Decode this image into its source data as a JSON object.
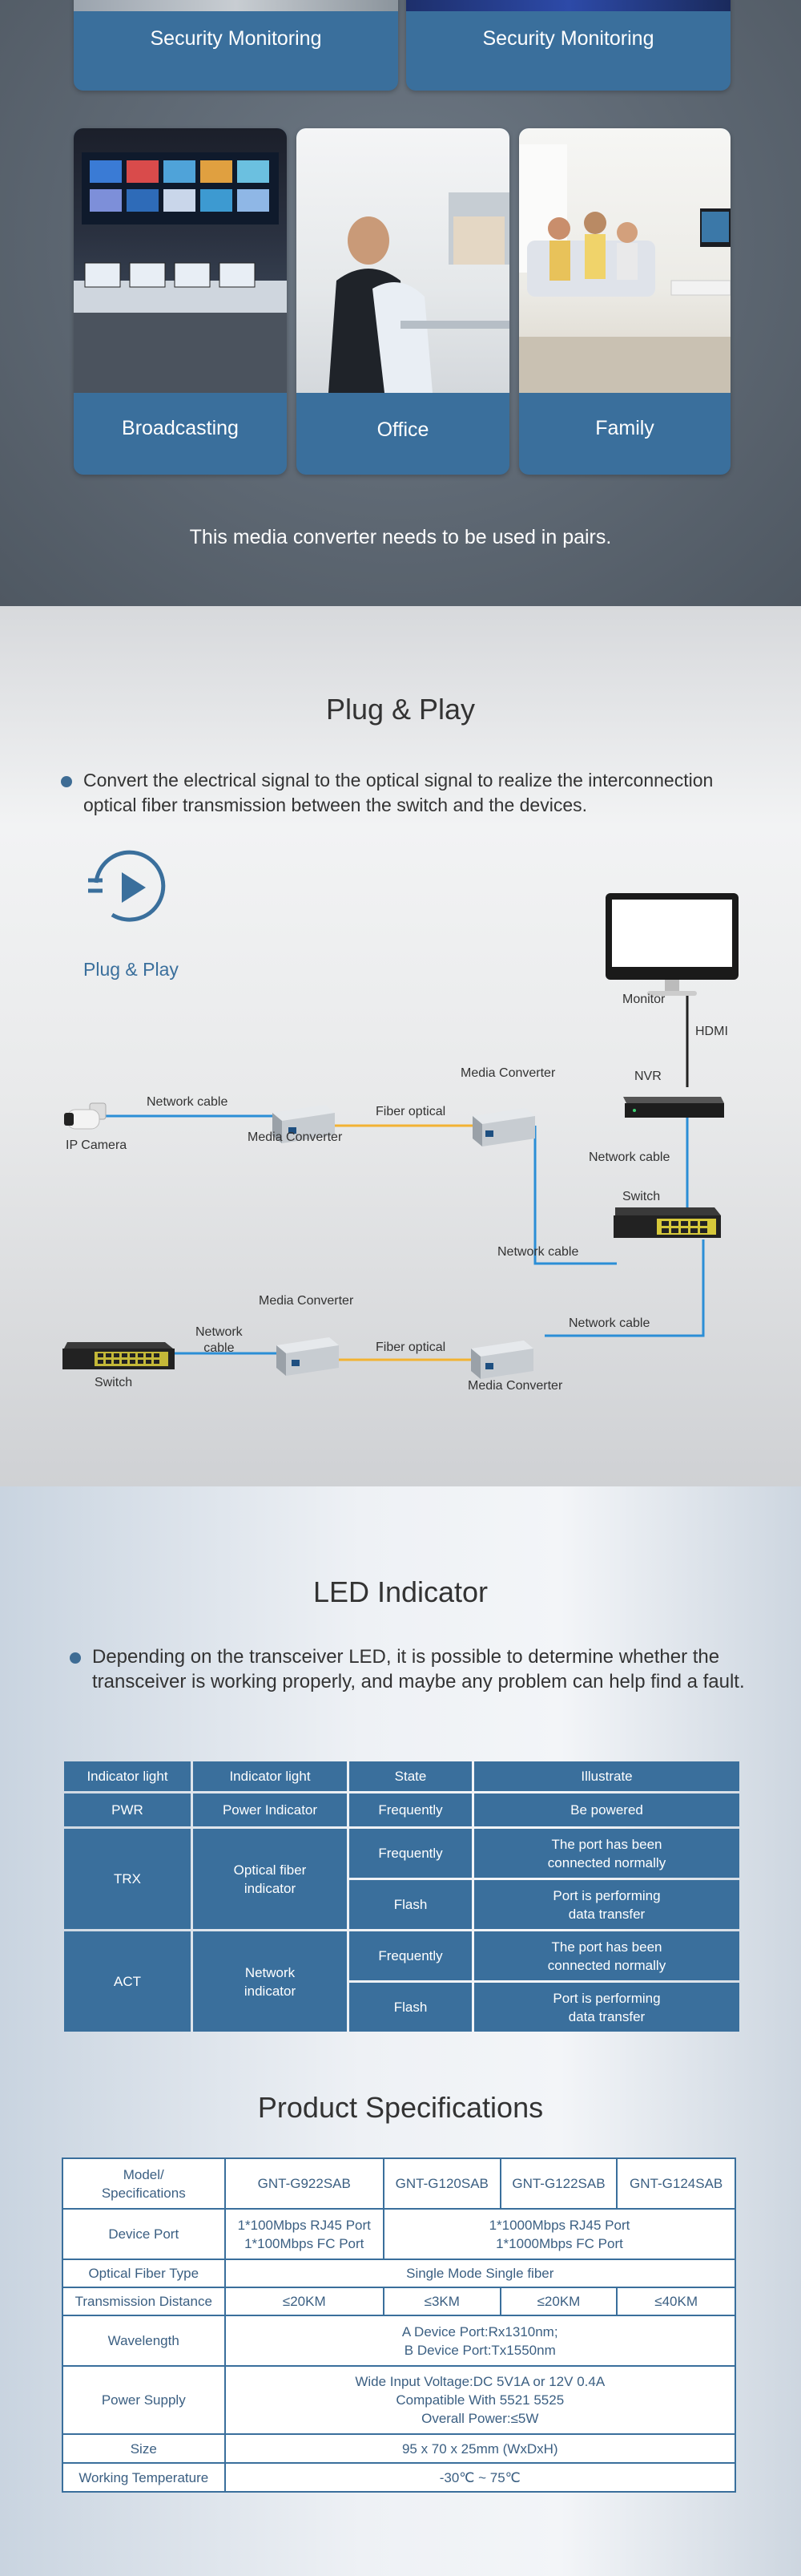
{
  "applications": {
    "top_cards": [
      "Security Monitoring",
      "Security Monitoring"
    ],
    "cards": [
      "Broadcasting",
      "Office",
      "Family"
    ],
    "note": "This media converter needs to be used in pairs."
  },
  "plug_play": {
    "title": "Plug & Play",
    "bullet": "Convert the electrical signal to the optical signal to realize the interconnection optical fiber transmission between the switch and the devices.",
    "icon_label": "Plug & Play",
    "labels": {
      "monitor": "Monitor",
      "hdmi": "HDMI",
      "nvr": "NVR",
      "network_cable_1": "Network cable",
      "ip_camera": "IP Camera",
      "media_converter_1": "Media Converter",
      "fiber_optical_1": "Fiber optical",
      "media_converter_2": "Media Converter",
      "network_cable_2": "Network cable",
      "switch_right": "Switch",
      "network_cable_3": "Network cable",
      "media_converter_3": "Media Converter",
      "network_cable_4": "Network cable",
      "network_cable_5": "Network\ncable",
      "fiber_optical_2": "Fiber optical",
      "switch_left": "Switch",
      "media_converter_4": "Media Converter"
    }
  },
  "led": {
    "title": "LED Indicator",
    "bullet": "Depending on the transceiver LED, it is possible to determine whether the transceiver is working properly, and maybe any problem can help find a fault.",
    "headers": [
      "Indicator light",
      "Indicator light",
      "State",
      "Illustrate"
    ],
    "pwr": {
      "name": "PWR",
      "desc": "Power Indicator",
      "state": "Frequently",
      "illustrate": "Be powered"
    },
    "trx": {
      "name": "TRX",
      "desc": "Optical fiber\nindicator",
      "rows": [
        {
          "state": "Frequently",
          "illustrate": "The port has been\nconnected normally"
        },
        {
          "state": "Flash",
          "illustrate": "Port is performing\ndata transfer"
        }
      ]
    },
    "act": {
      "name": "ACT",
      "desc": "Network\nindicator",
      "rows": [
        {
          "state": "Frequently",
          "illustrate": "The port has been\nconnected normally"
        },
        {
          "state": "Flash",
          "illustrate": "Port is performing\ndata transfer"
        }
      ]
    }
  },
  "specs": {
    "title": "Product Specifications",
    "model_label": "Model/\nSpecifications",
    "models": [
      "GNT-G922SAB",
      "GNT-G120SAB",
      "GNT-G122SAB",
      "GNT-G124SAB"
    ],
    "device_port_label": "Device Port",
    "device_port_a": "1*100Mbps RJ45 Port\n1*100Mbps FC Port",
    "device_port_b": "1*1000Mbps RJ45 Port\n1*1000Mbps FC Port",
    "fiber_type_label": "Optical Fiber Type",
    "fiber_type": "Single Mode Single fiber",
    "distance_label": "Transmission Distance",
    "distances": [
      "≤20KM",
      "≤3KM",
      "≤20KM",
      "≤40KM"
    ],
    "wavelength_label": "Wavelength",
    "wavelength": "A Device Port:Rx1310nm;\nB Device Port:Tx1550nm",
    "power_label": "Power Supply",
    "power": "Wide Input Voltage:DC 5V1A or 12V 0.4A\nCompatible With 5521 5525\nOverall Power:≤5W",
    "size_label": "Size",
    "size": "95 x 70 x 25mm (WxDxH)",
    "temp_label": "Working Temperature",
    "temp": "-30℃ ~ 75℃"
  }
}
